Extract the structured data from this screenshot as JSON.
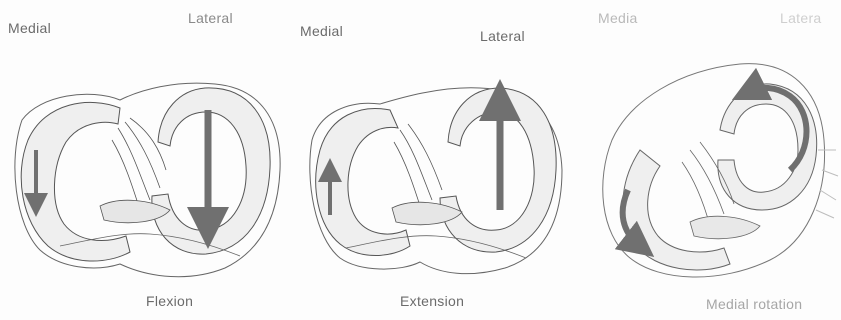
{
  "panels": [
    {
      "medial_label": "Medial",
      "lateral_label": "Lateral",
      "caption": "Flexion",
      "arrow_direction": "down",
      "arrow_icon": "down-arrow-icon"
    },
    {
      "medial_label": "Medial",
      "lateral_label": "Lateral",
      "caption": "Extension",
      "arrow_direction": "up",
      "arrow_icon": "up-arrow-icon"
    },
    {
      "medial_label": "Media",
      "lateral_label": "Latera",
      "caption": "Medial rotation",
      "arrow_direction": "rotation",
      "arrow_icon": "curved-arrow-icon"
    }
  ],
  "colors": {
    "meniscus_fill": "#efefef",
    "outline": "#555555",
    "arrow": "#707070",
    "background": "#fdfdfd"
  }
}
